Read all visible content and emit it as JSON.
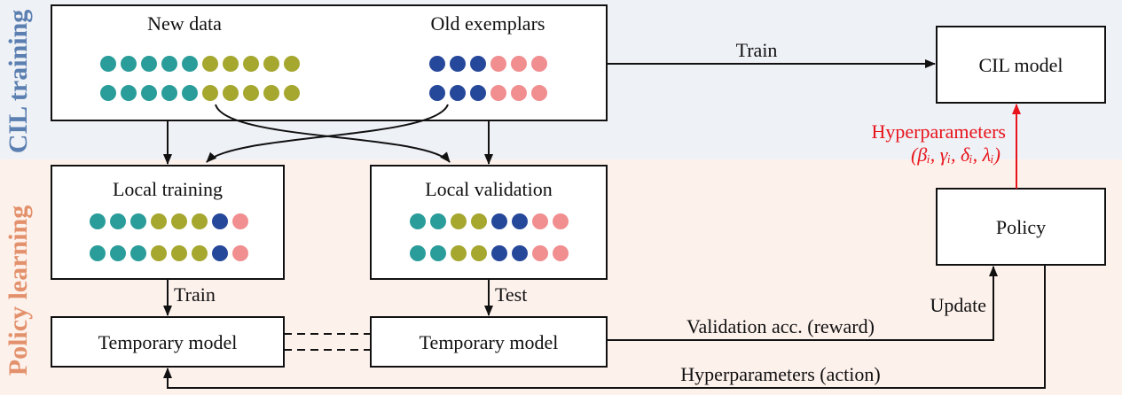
{
  "colors": {
    "teal": "#2a9d9a",
    "olive": "#a5a72f",
    "blue": "#26489a",
    "pink": "#f08e90",
    "cil_band": "#eef1f6",
    "policy_band": "#fdf1ec",
    "cil_side_label": "#5b7fb0",
    "policy_side_label": "#e3916c",
    "red_arrow": "#e8141b"
  },
  "side_labels": {
    "cil": "CIL training",
    "policy": "Policy learning"
  },
  "boxes": {
    "data": {
      "new_data": "New data",
      "old_exemplars": "Old exemplars"
    },
    "local_training": "Local training",
    "local_validation": "Local validation",
    "temp_model_left": "Temporary model",
    "temp_model_right": "Temporary model",
    "cil_model": "CIL model",
    "policy": "Policy"
  },
  "edge_labels": {
    "train_top": "Train",
    "train_local": "Train",
    "test_local": "Test",
    "hyperparameters": "Hyperparameters",
    "hyperparameters_math": "(βᵢ, γᵢ, δᵢ, λᵢ)",
    "update": "Update",
    "validation": "Validation acc. (reward)",
    "action": "Hyperparameters (action)"
  },
  "dots": {
    "new_data": [
      [
        "teal",
        "teal",
        "teal",
        "teal",
        "teal",
        "olive",
        "olive",
        "olive",
        "olive",
        "olive"
      ],
      [
        "teal",
        "teal",
        "teal",
        "teal",
        "teal",
        "olive",
        "olive",
        "olive",
        "olive",
        "olive"
      ]
    ],
    "old_exemplars": [
      [
        "blue",
        "blue",
        "blue",
        "pink",
        "pink",
        "pink"
      ],
      [
        "blue",
        "blue",
        "blue",
        "pink",
        "pink",
        "pink"
      ]
    ],
    "local_training": [
      [
        "teal",
        "teal",
        "teal",
        "olive",
        "olive",
        "olive",
        "blue",
        "pink"
      ],
      [
        "teal",
        "teal",
        "teal",
        "olive",
        "olive",
        "olive",
        "blue",
        "pink"
      ]
    ],
    "local_validation": [
      [
        "teal",
        "teal",
        "olive",
        "olive",
        "blue",
        "blue",
        "pink",
        "pink"
      ],
      [
        "teal",
        "teal",
        "olive",
        "olive",
        "blue",
        "blue",
        "pink",
        "pink"
      ]
    ]
  }
}
